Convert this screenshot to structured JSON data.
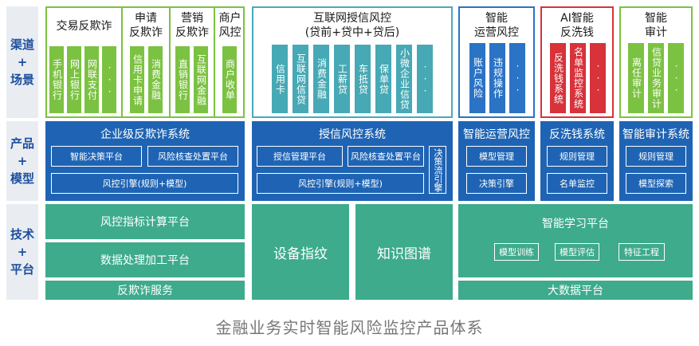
{
  "row_labels": {
    "channel": [
      "渠道",
      "+",
      "场景"
    ],
    "product": [
      "产品",
      "+",
      "模型"
    ],
    "tech": [
      "技术",
      "+",
      "平台"
    ]
  },
  "channels": {
    "antifraud": {
      "title": "交易反欺诈",
      "tiles": [
        "手机银行",
        "网上银行",
        "网联支付",
        "···"
      ]
    },
    "apply": {
      "title": "申请\n反欺诈",
      "tiles": [
        "信用卡申请",
        "消费金融"
      ]
    },
    "marketing": {
      "title": "营销\n反欺诈",
      "tiles": [
        "直销银行",
        "互联网金融"
      ]
    },
    "merchant": {
      "title": "商户\n风控",
      "tiles": [
        "商户收单"
      ]
    },
    "credit": {
      "title": "互联网授信风控",
      "subtitle": "(贷前+贷中+贷后)",
      "tiles": [
        "信用卡",
        "互联网信贷",
        "消费金融",
        "工薪贷",
        "车抵贷",
        "保单贷",
        "小微企业信贷",
        "···"
      ]
    },
    "ops": {
      "title": "智能\n运营风控",
      "tiles": [
        "账户风险",
        "违规操作",
        "···"
      ]
    },
    "aml": {
      "title": "AI智能\n反洗钱",
      "tiles": [
        "反洗钱系统",
        "名单监控系统",
        "···"
      ]
    },
    "audit": {
      "title": "智能\n审计",
      "tiles": [
        "离任审计",
        "信贷业务审计",
        "···"
      ]
    }
  },
  "products": {
    "antifraud": {
      "title": "企业级反欺诈系统",
      "items": [
        "智能决策平台",
        "风险核查处置平台",
        "风控引擎(规则+模型)"
      ]
    },
    "credit": {
      "title": "授信风控系统",
      "items": [
        "授信管理平台",
        "风险核查处置平台",
        "风控引擎(规则+模型)",
        "决策流引擎"
      ]
    },
    "ops": {
      "title": "智能运营风控",
      "items": [
        "模型管理",
        "决策引擎"
      ]
    },
    "aml": {
      "title": "反洗钱系统",
      "items": [
        "规则管理",
        "名单监控"
      ]
    },
    "audit": {
      "title": "智能审计系统",
      "items": [
        "规则管理",
        "模型探索"
      ]
    }
  },
  "tech": {
    "indicator": "风控指标计算平台",
    "processing": "数据处理加工平台",
    "antifraud_service": "反欺诈服务",
    "device": "设备指纹",
    "knowledge": "知识图谱",
    "ml_platform": "智能学习平台",
    "ml_items": [
      "模型训练",
      "模型评估",
      "特征工程"
    ],
    "bigdata": "大数据平台"
  },
  "footer": "金融业务实时智能风险监控产品体系",
  "colors": {
    "green": "#7cc242",
    "teal": "#46a9b5",
    "blue": "#2a73c5",
    "red": "#d8323a",
    "panel_blue": "#1f64b4",
    "tech_green": "#3dab8c",
    "label_text": "#1d4f9e"
  }
}
